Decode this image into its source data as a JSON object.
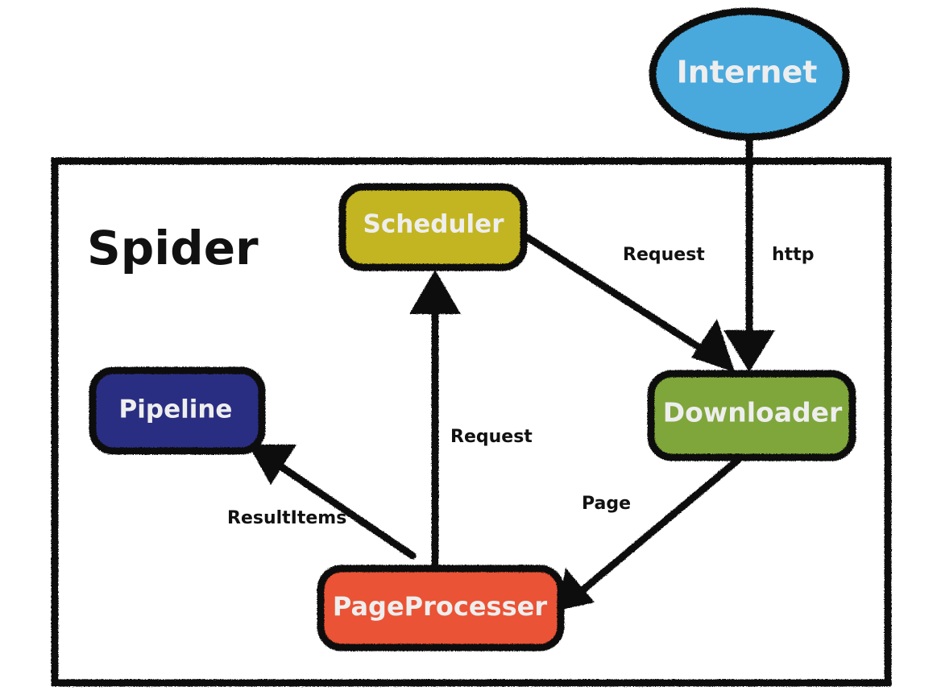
{
  "container": {
    "title": "Spider"
  },
  "nodes": {
    "internet": {
      "label": "Internet",
      "color": "#4aa9dd"
    },
    "scheduler": {
      "label": "Scheduler",
      "color": "#c3b521"
    },
    "downloader": {
      "label": "Downloader",
      "color": "#7fa63a"
    },
    "pipeline": {
      "label": "Pipeline",
      "color": "#2b2d82"
    },
    "pageprocesser": {
      "label": "PageProcesser",
      "color": "#ea5234"
    }
  },
  "edges": [
    {
      "from": "Internet",
      "to": "Downloader",
      "label": "http"
    },
    {
      "from": "Scheduler",
      "to": "Downloader",
      "label": "Request"
    },
    {
      "from": "Downloader",
      "to": "PageProcesser",
      "label": "Page"
    },
    {
      "from": "PageProcesser",
      "to": "Scheduler",
      "label": "Request"
    },
    {
      "from": "PageProcesser",
      "to": "Pipeline",
      "label": "ResultItems"
    }
  ]
}
